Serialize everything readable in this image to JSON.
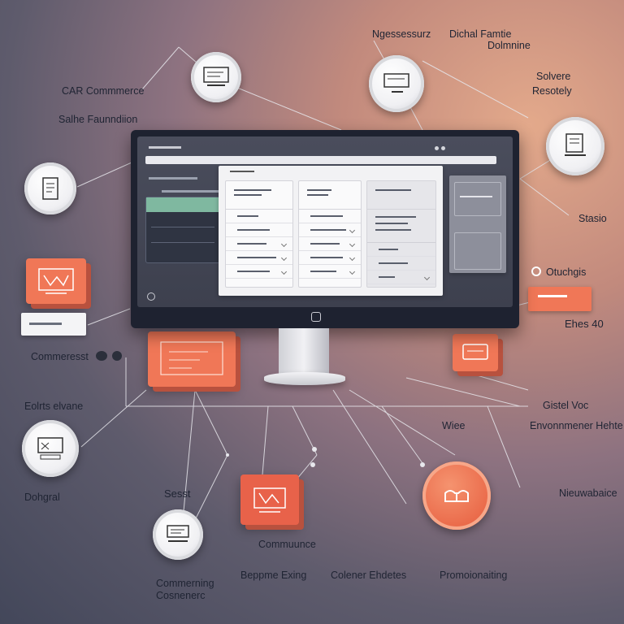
{
  "labels": {
    "car_commerce": "CAR Commmerce",
    "sale_foundation": "Salhe Faunndiion",
    "negassesurz": "Ngessessurz",
    "dichal_famtle": "Dichal Famtie",
    "dolmnine": "Dolmnine",
    "solvere": "Solvere",
    "resotely": "Resotely",
    "stasio": "Stasio",
    "otuchgs": "Otuchgis",
    "ehes_40": "Ehes 40",
    "commercest": "Commeresst",
    "gistel_voc": "Gistel Voc",
    "eolrts_elvave": "Eolrts elvane",
    "wiee": "Wiee",
    "envonnener_helte": "Envonnmener Hehte",
    "dohgral": "Dohgral",
    "sesst": "Sesst",
    "neuwabaice": "Nieuwabaice",
    "commuunce": "Commuunce",
    "commaning": "Commerning",
    "commenenc": "Cosnenerc",
    "beppme_exing": "Beppme Exing",
    "collener_ehdetes": "Colener Ehdetes",
    "promoionaiting": "Promoionaiting"
  },
  "colors": {
    "accent_orange": "#f07757",
    "accent_teal": "#7fb8a0",
    "monitor_dark": "#1e2230",
    "label_text": "#1f2433"
  },
  "icons": {
    "node_top_left": "document-icon",
    "node_top_center": "document-icon",
    "node_right": "document-icon",
    "node_left": "document-icon",
    "node_bottom_left": "document-icon",
    "node_bottom_center": "document-icon",
    "node_bottom_orange": "hand-icon",
    "box_left": "chart-icon",
    "box_center": "chart-icon",
    "box_right": "chart-icon",
    "box_bottom": "chart-icon"
  }
}
